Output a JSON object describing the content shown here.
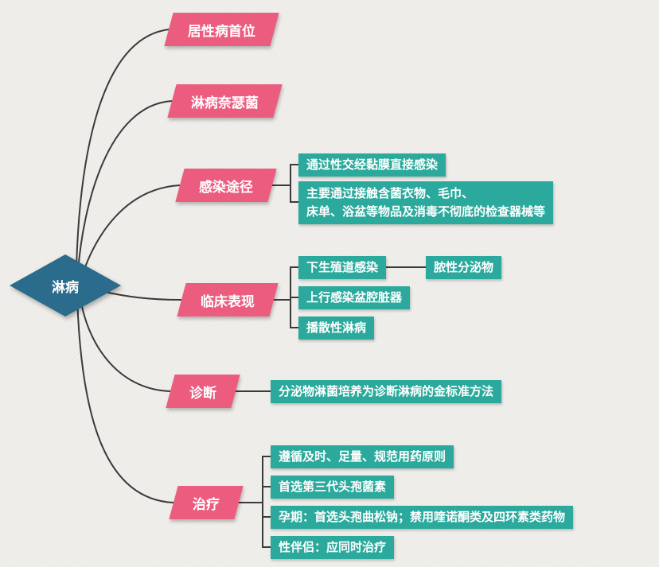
{
  "colors": {
    "background": "#f1efeb",
    "root": "#2b6b8c",
    "branch": "#ec5c7e",
    "leaf": "#2aa99c",
    "line": "#3a3a3a",
    "text": "#ffffff"
  },
  "root": {
    "label": "淋病"
  },
  "branches": [
    {
      "label": "居性病首位",
      "children": []
    },
    {
      "label": "淋病奈瑟菌",
      "children": []
    },
    {
      "label": "感染途径",
      "children": [
        {
          "label": "通过性交经黏膜直接感染"
        },
        {
          "label": "主要通过接触含菌衣物、毛巾、\n床单、浴盆等物品及消毒不彻底的检查器械等"
        }
      ]
    },
    {
      "label": "临床表现",
      "children": [
        {
          "label": "下生殖道感染",
          "children": [
            {
              "label": "脓性分泌物"
            }
          ]
        },
        {
          "label": "上行感染盆腔脏器"
        },
        {
          "label": "播散性淋病"
        }
      ]
    },
    {
      "label": "诊断",
      "children": [
        {
          "label": "分泌物淋菌培养为诊断淋病的金标准方法"
        }
      ]
    },
    {
      "label": "治疗",
      "children": [
        {
          "label": "遵循及时、足量、规范用药原则"
        },
        {
          "label": "首选第三代头孢菌素"
        },
        {
          "label": "孕期：首选头孢曲松钠；禁用喹诺酮类及四环素类药物"
        },
        {
          "label": "性伴侣：应同时治疗"
        }
      ]
    }
  ]
}
